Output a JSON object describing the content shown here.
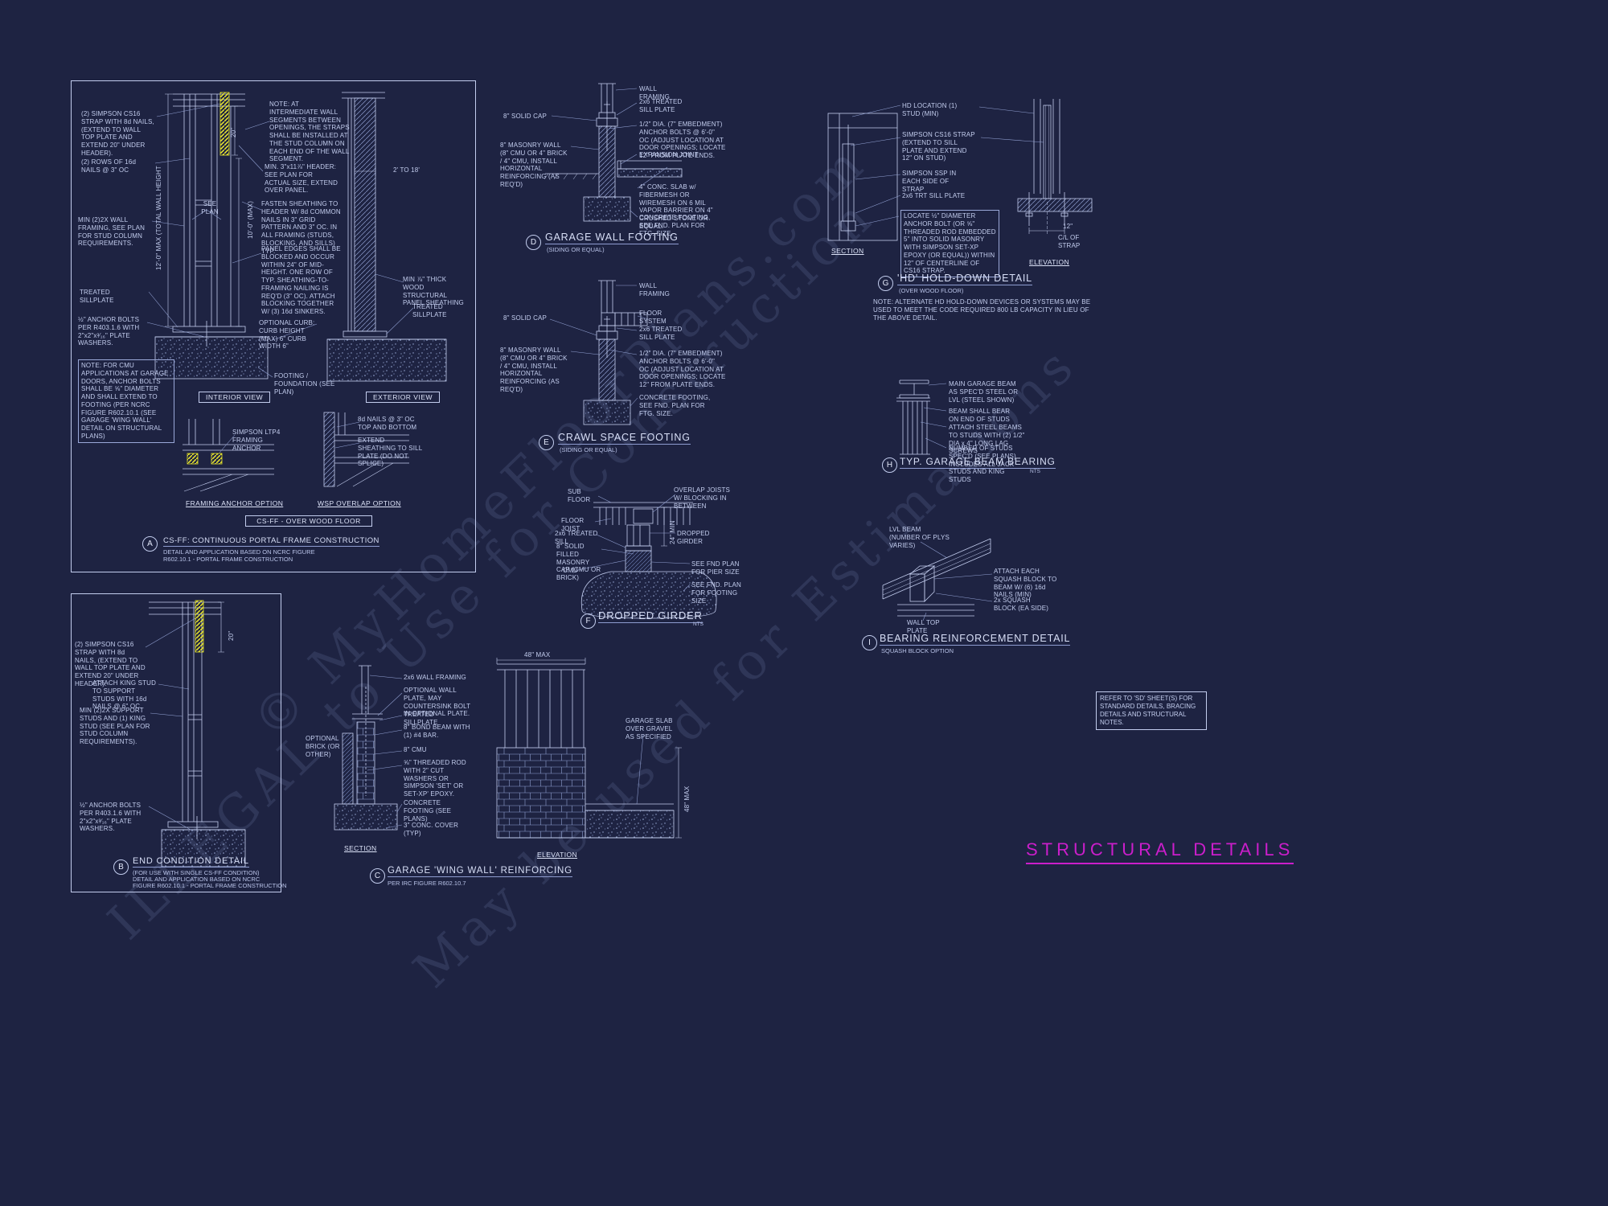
{
  "sheet": {
    "title": "STRUCTURAL DETAILS"
  },
  "note_box": {
    "text": "REFER TO 'SD' SHEET(S) FOR STANDARD DETAILS, BRACING DETAILS AND STRUCTURAL NOTES."
  },
  "watermark": {
    "line1": "© MyHomeFloorPlans.com",
    "line2": "ILLEGAL to Use for Construction",
    "line3": "May be used for Estimations"
  },
  "detailA": {
    "letter": "A",
    "title": "CS-FF: CONTINUOUS PORTAL FRAME CONSTRUCTION",
    "sub1": "DETAIL AND APPLICATION BASED ON NCRC FIGURE",
    "sub2": "R602.10.1 - PORTAL FRAME CONSTRUCTION",
    "interior_view": "INTERIOR VIEW",
    "exterior_view": "EXTERIOR VIEW",
    "framing_anchor_option": "FRAMING ANCHOR OPTION",
    "wsp_overlap_option": "WSP OVERLAP OPTION",
    "over_wood_floor": "CS-FF - OVER WOOD FLOOR",
    "labels": {
      "strap": "(2) SIMPSON CS16 STRAP WITH 8d NAILS, (EXTEND TO WALL TOP PLATE AND EXTEND 20\" UNDER HEADER).",
      "rows_nails": "(2) ROWS OF 16d NAILS @ 3\" OC",
      "min_wall_framing": "MIN (2)2X WALL FRAMING, SEE PLAN FOR STUD COLUMN REQUIREMENTS.",
      "treated_sillplate_left": "TREATED SILLPLATE",
      "anchor_bolts": "½\" ANCHOR BOLTS PER R403.1.6 WITH 2\"x2\"x³⁄₁₆\" PLATE WASHERS.",
      "cmu_note": "NOTE: FOR CMU APPLICATIONS AT GARAGE DOORS, ANCHOR BOLTS SHALL BE ⅝\" DIAMETER AND SHALL EXTEND TO FOOTING (PER NCRC FIGURE R602.10.1 (SEE GARAGE 'WING WALL' DETAIL ON STRUCTURAL PLANS)",
      "see_plan": "SEE PLAN",
      "intermediate_note": "NOTE: AT INTERMEDIATE WALL SEGMENTS BETWEEN OPENINGS, THE STRAPS SHALL BE INSTALLED AT THE STUD COLUMN ON EACH END OF THE WALL SEGMENT.",
      "header": "MIN. 3\"x11⅞\" HEADER: SEE PLAN FOR ACTUAL SIZE, EXTEND OVER PANEL.",
      "fasten_sheathing": "FASTEN SHEATHING TO HEADER W/ 8d COMMON NAILS IN 3\" GRID PATTERN AND 3\" OC. IN ALL FRAMING (STUDS, BLOCKING, AND SILLS) TYP.",
      "panel_edges": "PANEL EDGES SHALL BE BLOCKED AND OCCUR WITHIN 24\" OF MID-HEIGHT. ONE ROW OF TYP. SHEATHING-TO-FRAMING NAILING IS REQ'D (3\" OC). ATTACH BLOCKING TOGETHER W/ (3) 16d SINKERS.",
      "wood_panel": "MIN ⅞\" THICK WOOD STRUCTURAL PANEL SHEATHING",
      "treated_sillplate_right": "TREATED SILLPLATE",
      "optional_curb": "OPTIONAL CURB: CURB HEIGHT (MAX) 6\" CURB WIDTH 6\"",
      "footing": "FOOTING / FOUNDATION (SEE PLAN)",
      "dim_span": "2' TO 18'",
      "dim_height": "12'-0\" MAX (TOTAL WALL HEIGHT",
      "dim_10": "10'-0\" (MAX)",
      "dim_20": "20\"",
      "ltp4": "SIMPSON LTP4 FRAMING ANCHOR",
      "nails_8d": "8d NAILS @ 3\" OC TOP AND BOTTOM",
      "extend_sheathing": "EXTEND SHEATHING TO SILL PLATE (DO NOT SPLICE)"
    }
  },
  "detailB": {
    "letter": "B",
    "title": "END CONDITION DETAIL",
    "sub1": "(FOR USE WITH SINGLE CS-FF CONDITION)",
    "sub2": "DETAIL AND APPLICATION BASED ON NCRC",
    "sub3": "FIGURE R602.10.1 - PORTAL FRAME CONSTRUCTION",
    "labels": {
      "strap": "(2) SIMPSON CS16 STRAP WITH 8d NAILS, (EXTEND TO WALL TOP PLATE AND EXTEND 20\" UNDER HEADER).",
      "king_stud": "ATTACH KING STUD TO SUPPORT STUDS WITH 16d NAILS @ 6\" OC.",
      "support_studs": "MIN (2)2X SUPPORT STUDS AND (1) KING STUD (SEE PLAN FOR STUD COLUMN REQUIREMENTS).",
      "anchor_bolts": "½\" ANCHOR BOLTS PER R403.1.6 WITH 2\"x2\"x³⁄₁₆\" PLATE WASHERS.",
      "dim_20": "20\""
    }
  },
  "detailC": {
    "letter": "C",
    "title": "GARAGE 'WING WALL' REINFORCING",
    "sub": "PER IRC FIGURE R602.10.7",
    "section_label": "SECTION",
    "elevation_label": "ELEVATION",
    "labels": {
      "wall_framing": "2x6 WALL FRAMING",
      "optional_plate": "OPTIONAL WALL PLATE, MAY COUNTERSINK BOLT IN OPTIONAL PLATE.",
      "treated_sillplate": "TREATED SILLPLATE",
      "bond_beam": "8\" BOND BEAM WITH (1) #4 BAR.",
      "cmu": "8\" CMU",
      "threaded_rod": "⅝\" THREADED ROD WITH 2\" CUT WASHERS OR SIMPSON 'SET' OR SET-XP' EPOXY.",
      "footing": "CONCRETE FOOTING (SEE PLANS)",
      "cover": "3\" CONC. COVER (TYP)",
      "optional_brick": "OPTIONAL BRICK (OR OTHER)",
      "garage_slab": "GARAGE SLAB OVER GRAVEL AS SPECIFIED",
      "dim_48_h": "48\" MAX",
      "dim_48_v": "48\" MAX"
    }
  },
  "detailD": {
    "letter": "D",
    "title": "GARAGE WALL FOOTING",
    "sub": "(SIDING OR EQUAL)",
    "labels": {
      "wall_framing": "WALL FRAMING",
      "sill_plate": "2x6 TREATED SILL PLATE",
      "anchor_bolts": "1/2\" DIA. (7\" EMBEDMENT) ANCHOR BOLTS @ 6'-0\" OC (ADJUST LOCATION AT DOOR OPENINGS; LOCATE 12\" FROM PLATE ENDS.",
      "expansion_joint": "EXPANSION JOINT",
      "conc_slab": "4\" CONC. SLAB w/ FIBERMESH OR WIREMESH ON 6 MIL VAPOR BARRIER ON 4\" CRUSHED STONE OR EQUAL.",
      "footing": "CONCRETE FOOTING, SEE FND. PLAN FOR FTG. SIZE.",
      "solid_cap": "8\" SOLID CAP",
      "masonry_wall": "8\" MASONRY WALL (8\" CMU OR 4\" BRICK / 4\" CMU, INSTALL HORIZONTAL REINFORCING (AS REQ'D)"
    }
  },
  "detailE": {
    "letter": "E",
    "title": "CRAWL SPACE FOOTING",
    "sub": "(SIDING OR EQUAL)",
    "labels": {
      "wall_framing": "WALL FRAMING",
      "floor_system": "FLOOR SYSTEM",
      "sill_plate": "2x6 TREATED SILL PLATE",
      "anchor_bolts": "1/2\" DIA. (7\" EMBEDMENT) ANCHOR BOLTS @ 6'-0\" OC (ADJUST LOCATION AT DOOR OPENINGS; LOCATE 12\" FROM PLATE ENDS.",
      "footing": "CONCRETE FOOTING, SEE FND. PLAN FOR FTG. SIZE.",
      "solid_cap": "8\" SOLID CAP",
      "masonry_wall": "8\" MASONRY WALL (8\" CMU OR 4\" BRICK / 4\" CMU, INSTALL HORIZONTAL REINFORCING (AS REQ'D)"
    }
  },
  "detailF": {
    "letter": "F",
    "title": "DROPPED GIRDER",
    "nts": "NTS",
    "labels": {
      "sub_floor": "SUB FLOOR",
      "overlap": "OVERLAP JOISTS W/ BLOCKING IN BETWEEN",
      "floor_joist": "FLOOR JOIST",
      "treated_sill": "2x6 TREATED SILL",
      "dropped_girder": "DROPPED GIRDER",
      "masonry_cap": "8\" SOLID FILLED MASONRY CAP (CMU OR BRICK)",
      "cmu": "CMU",
      "pier": "SEE FND PLAN FOR PIER SIZE",
      "footing": "SEE FND. PLAN FOR FOOTING SIZE",
      "dim_24": "24\" MIN"
    }
  },
  "detailG": {
    "letter": "G",
    "title": "'HD' HOLD-DOWN DETAIL",
    "sub": "(OVER WOOD FLOOR)",
    "note": "NOTE: ALTERNATE HD HOLD-DOWN DEVICES OR SYSTEMS MAY BE USED TO MEET THE CODE REQUIRED 800 LB CAPACITY IN LIEU OF THE ABOVE DETAIL.",
    "section_label": "SECTION",
    "elevation_label": "ELEVATION",
    "labels": {
      "hd_location": "HD LOCATION (1) STUD (MIN)",
      "strap": "SIMPSON CS16 STRAP (EXTEND TO SILL PLATE AND EXTEND 12\" ON STUD)",
      "ssp": "SIMPSON SSP IN EACH SIDE OF STRAP",
      "sill": "2x6 TRT SILL PLATE",
      "anchor": "LOCATE ½\" DIAMETER ANCHOR BOLT (OR ⅝\" THREADED ROD EMBEDDED 5\" INTO SOLID MASONRY WITH SIMPSON SET-XP EPOXY (OR EQUAL)) WITHIN 12\" OF CENTERLINE OF CS16 STRAP.",
      "dim_12": "12\"",
      "cl_strap": "C/L OF STRAP"
    }
  },
  "detailH": {
    "letter": "H",
    "title": "TYP. GARAGE BEAM BEARING",
    "nts": "NTS",
    "labels": {
      "main_beam": "MAIN GARAGE BEAM AS SPEC'D STEEL OR LVL (STEEL SHOWN)",
      "bear": "BEAM SHALL BEAR ON END OF STUDS",
      "lag": "ATTACH STEEL BEAMS TO STUDS WITH (2) 1/2\" DIA x 4\" LONG LAG SCREWS",
      "studs": "NUMBER OF STUDS SPEC'D (SEE PLANS) INCLUDES ALL JACK STUDS AND KING STUDS"
    }
  },
  "detailI": {
    "letter": "I",
    "title": "BEARING REINFORCEMENT DETAIL",
    "sub": "SQUASH BLOCK OPTION",
    "labels": {
      "lvl_beam": "LVL BEAM (NUMBER OF PLYS VARIES)",
      "squash_attach": "ATTACH EACH SQUASH BLOCK TO BEAM W/ (6) 16d NAILS (MIN)",
      "squash_block": "2x SQUASH BLOCK (EA SIDE)",
      "wall_top": "WALL TOP PLATE"
    }
  }
}
